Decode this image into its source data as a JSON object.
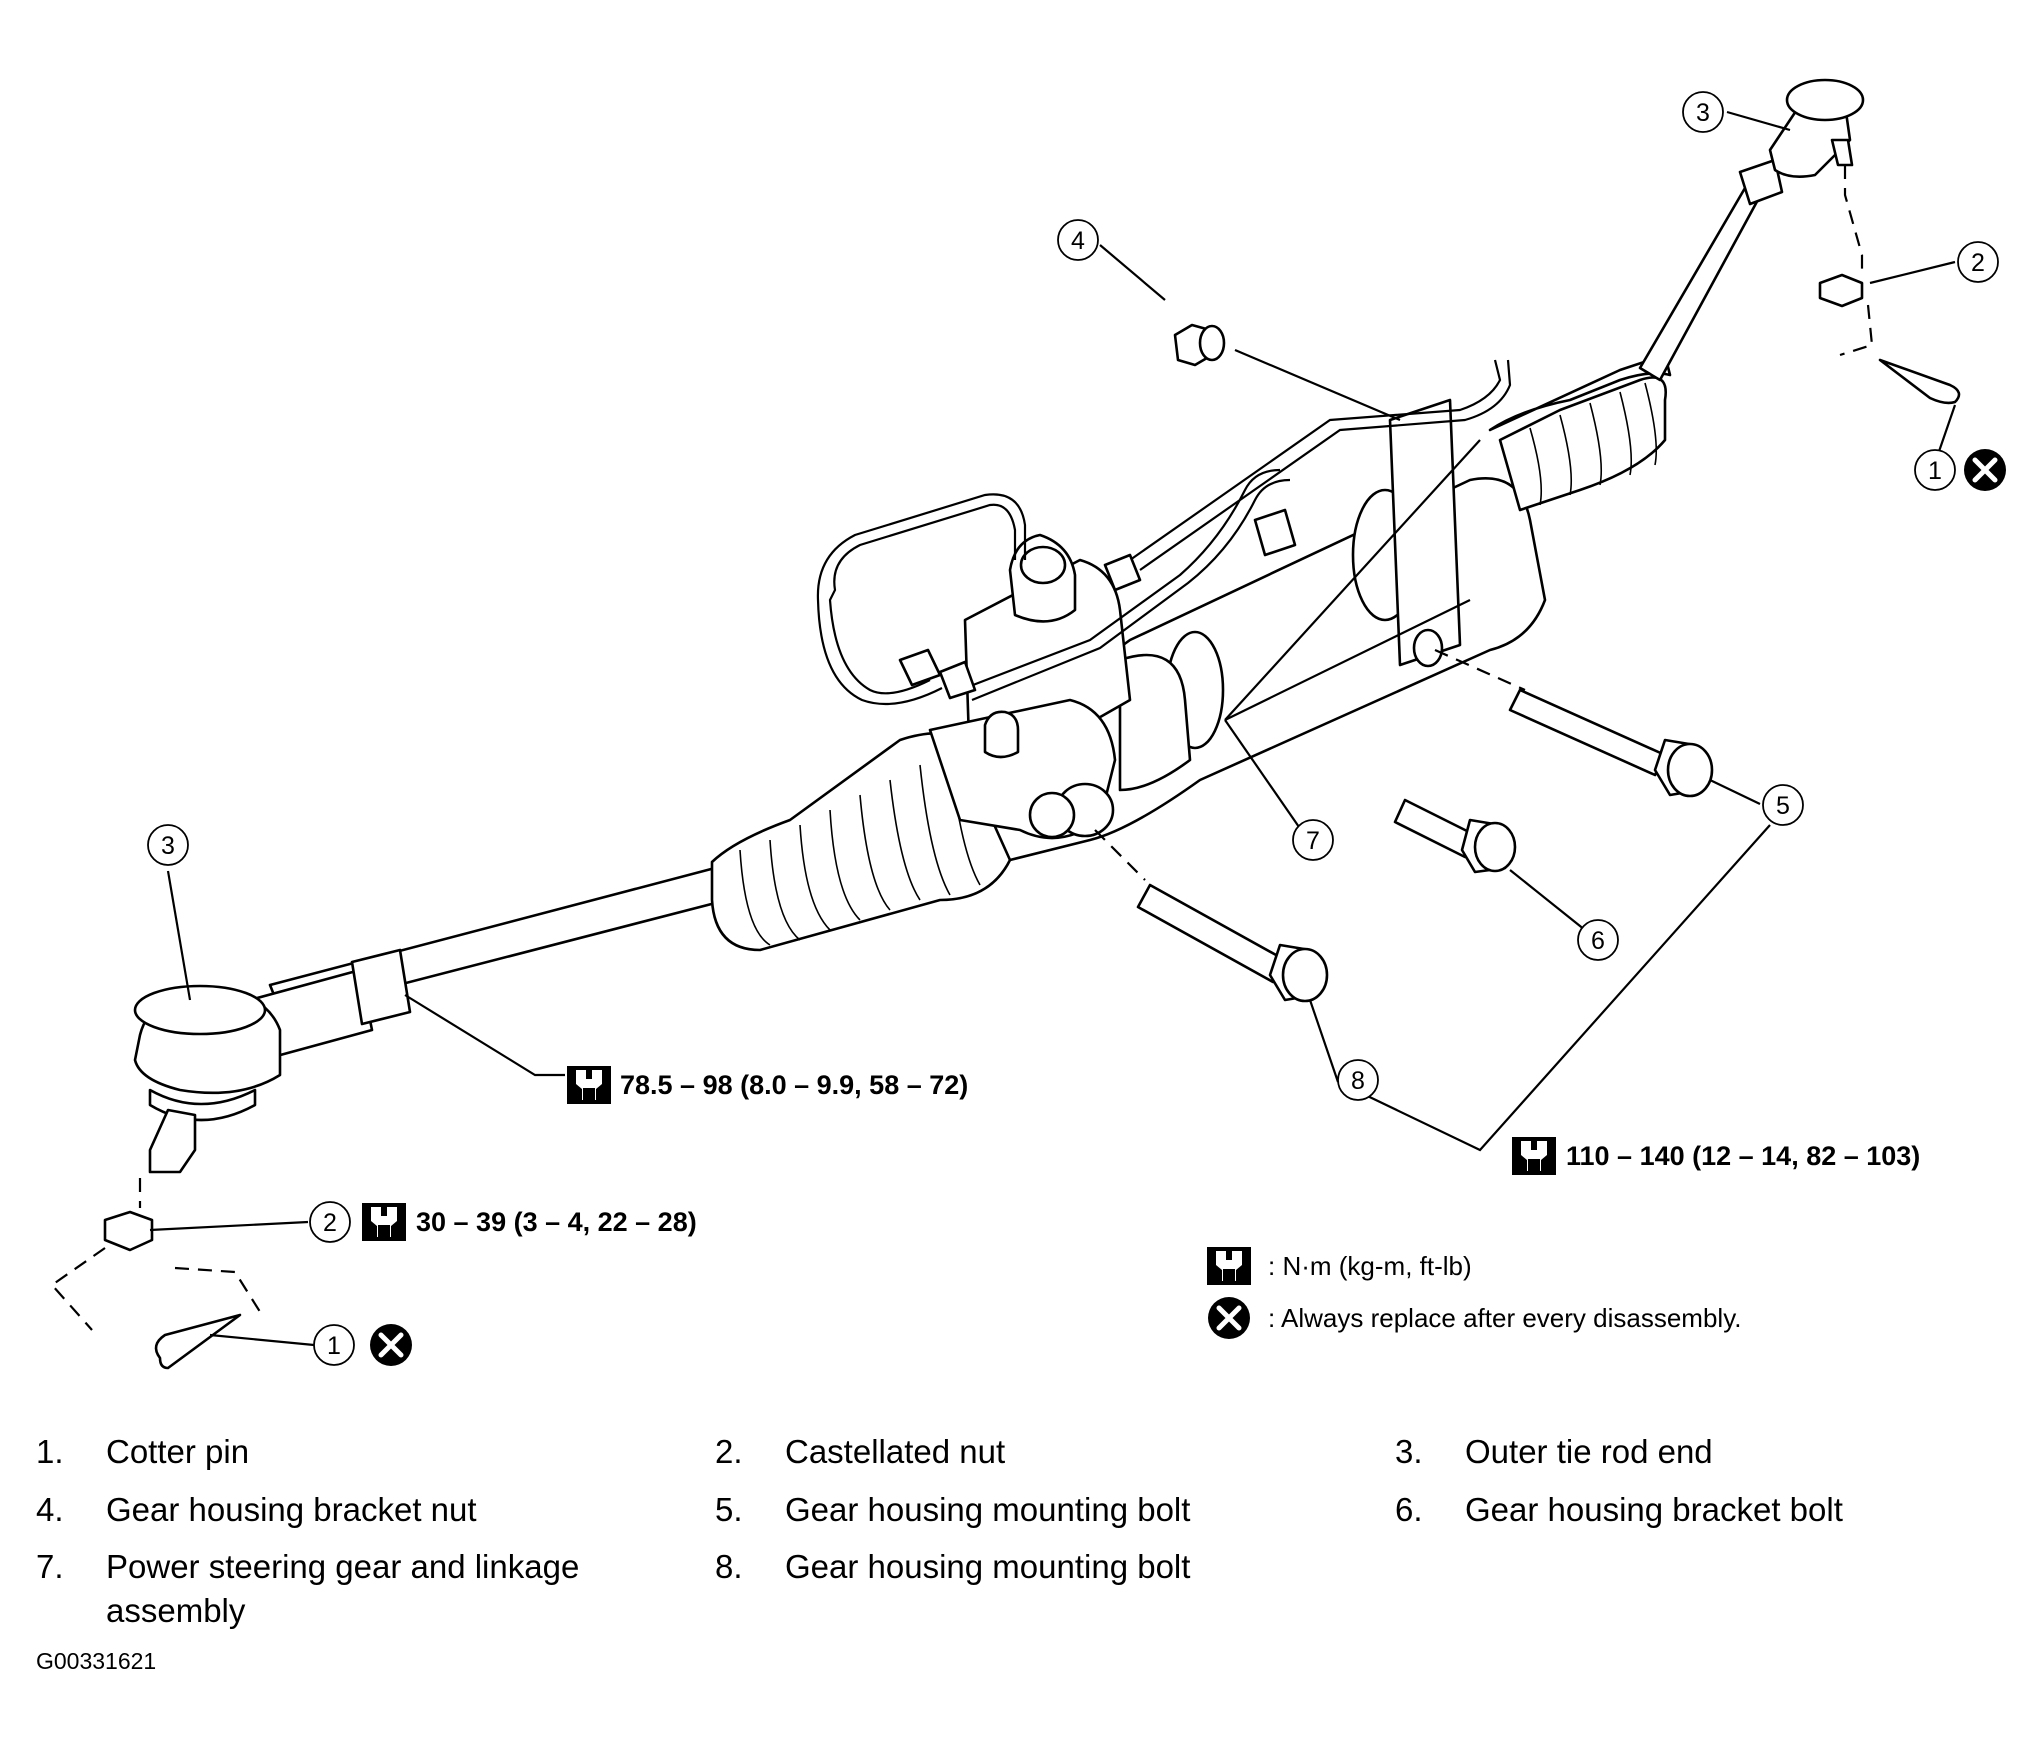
{
  "callouts": {
    "c1_left": "1",
    "c1_right": "1",
    "c2_left": "2",
    "c2_right": "2",
    "c3_left": "3",
    "c3_right": "3",
    "c4": "4",
    "c5": "5",
    "c6": "6",
    "c7": "7",
    "c8": "8"
  },
  "torque_specs": {
    "tie_rod_locknut": "78.5 – 98 (8.0 – 9.9, 58 – 72)",
    "castellated_nut": "30 – 39 (3 – 4, 22 – 28)",
    "mounting_bolt": "110 – 140 (12 – 14, 82 – 103)"
  },
  "legend": {
    "torque_unit": ": N·m (kg-m, ft-lb)",
    "replace_note": ": Always replace after every disassembly."
  },
  "parts_list": [
    {
      "num": "1.",
      "label": "Cotter pin"
    },
    {
      "num": "2.",
      "label": "Castellated nut"
    },
    {
      "num": "3.",
      "label": "Outer tie rod end"
    },
    {
      "num": "4.",
      "label": "Gear housing bracket nut"
    },
    {
      "num": "5.",
      "label": "Gear housing mounting bolt"
    },
    {
      "num": "6.",
      "label": "Gear housing bracket bolt"
    },
    {
      "num": "7.",
      "label": "Power steering gear and linkage assembly"
    },
    {
      "num": "8.",
      "label": "Gear housing mounting bolt"
    }
  ],
  "figure_id": "G00331621",
  "icons": [
    "torque-wrench-icon",
    "replace-x-icon"
  ]
}
